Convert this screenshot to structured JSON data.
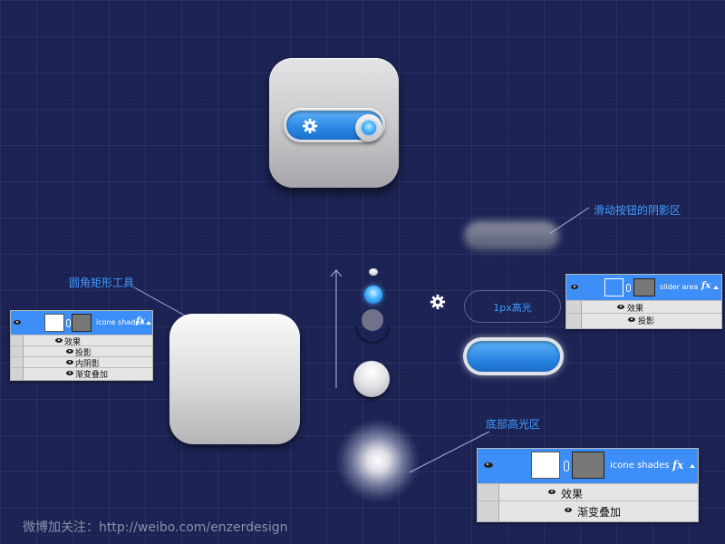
{
  "annotations": {
    "rounded_rect_tool": "圆角矩形工具",
    "slider_shadow_area": "滑动按钮的阴影区",
    "highlight_1px": "1px高光",
    "bottom_highlight_area": "底部高光区"
  },
  "panels": {
    "left": {
      "layer_name": "icone shades",
      "fx": "fx",
      "effects_label": "效果",
      "effects": [
        "投影",
        "内阴影",
        "渐变叠加"
      ]
    },
    "right": {
      "layer_name": "slider area",
      "fx": "fx",
      "effects_label": "效果",
      "effects": [
        "投影"
      ]
    },
    "bottom": {
      "layer_name": "icone shades",
      "fx": "fx",
      "effects_label": "效果",
      "effects": [
        "渐变叠加"
      ]
    }
  },
  "footer": "微博加关注：http://weibo.com/enzerdesign",
  "colors": {
    "background": "#1c2354",
    "accent_blue": "#3d8ef6",
    "annotation_text": "#3f9cff"
  },
  "icons": [
    "gear-icon",
    "eye-icon",
    "chain-link-icon",
    "arrow-up-icon"
  ]
}
